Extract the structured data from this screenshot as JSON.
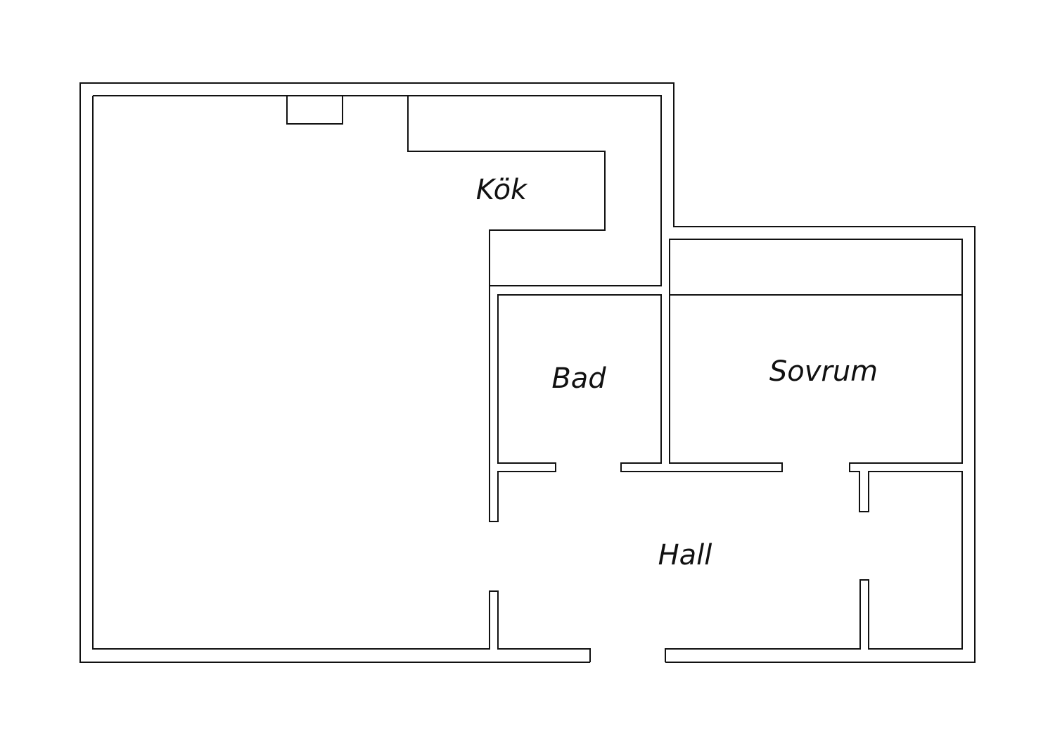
{
  "rooms": {
    "kitchen": "Kök",
    "bath": "Bad",
    "bedroom": "Sovrum",
    "hall": "Hall"
  }
}
